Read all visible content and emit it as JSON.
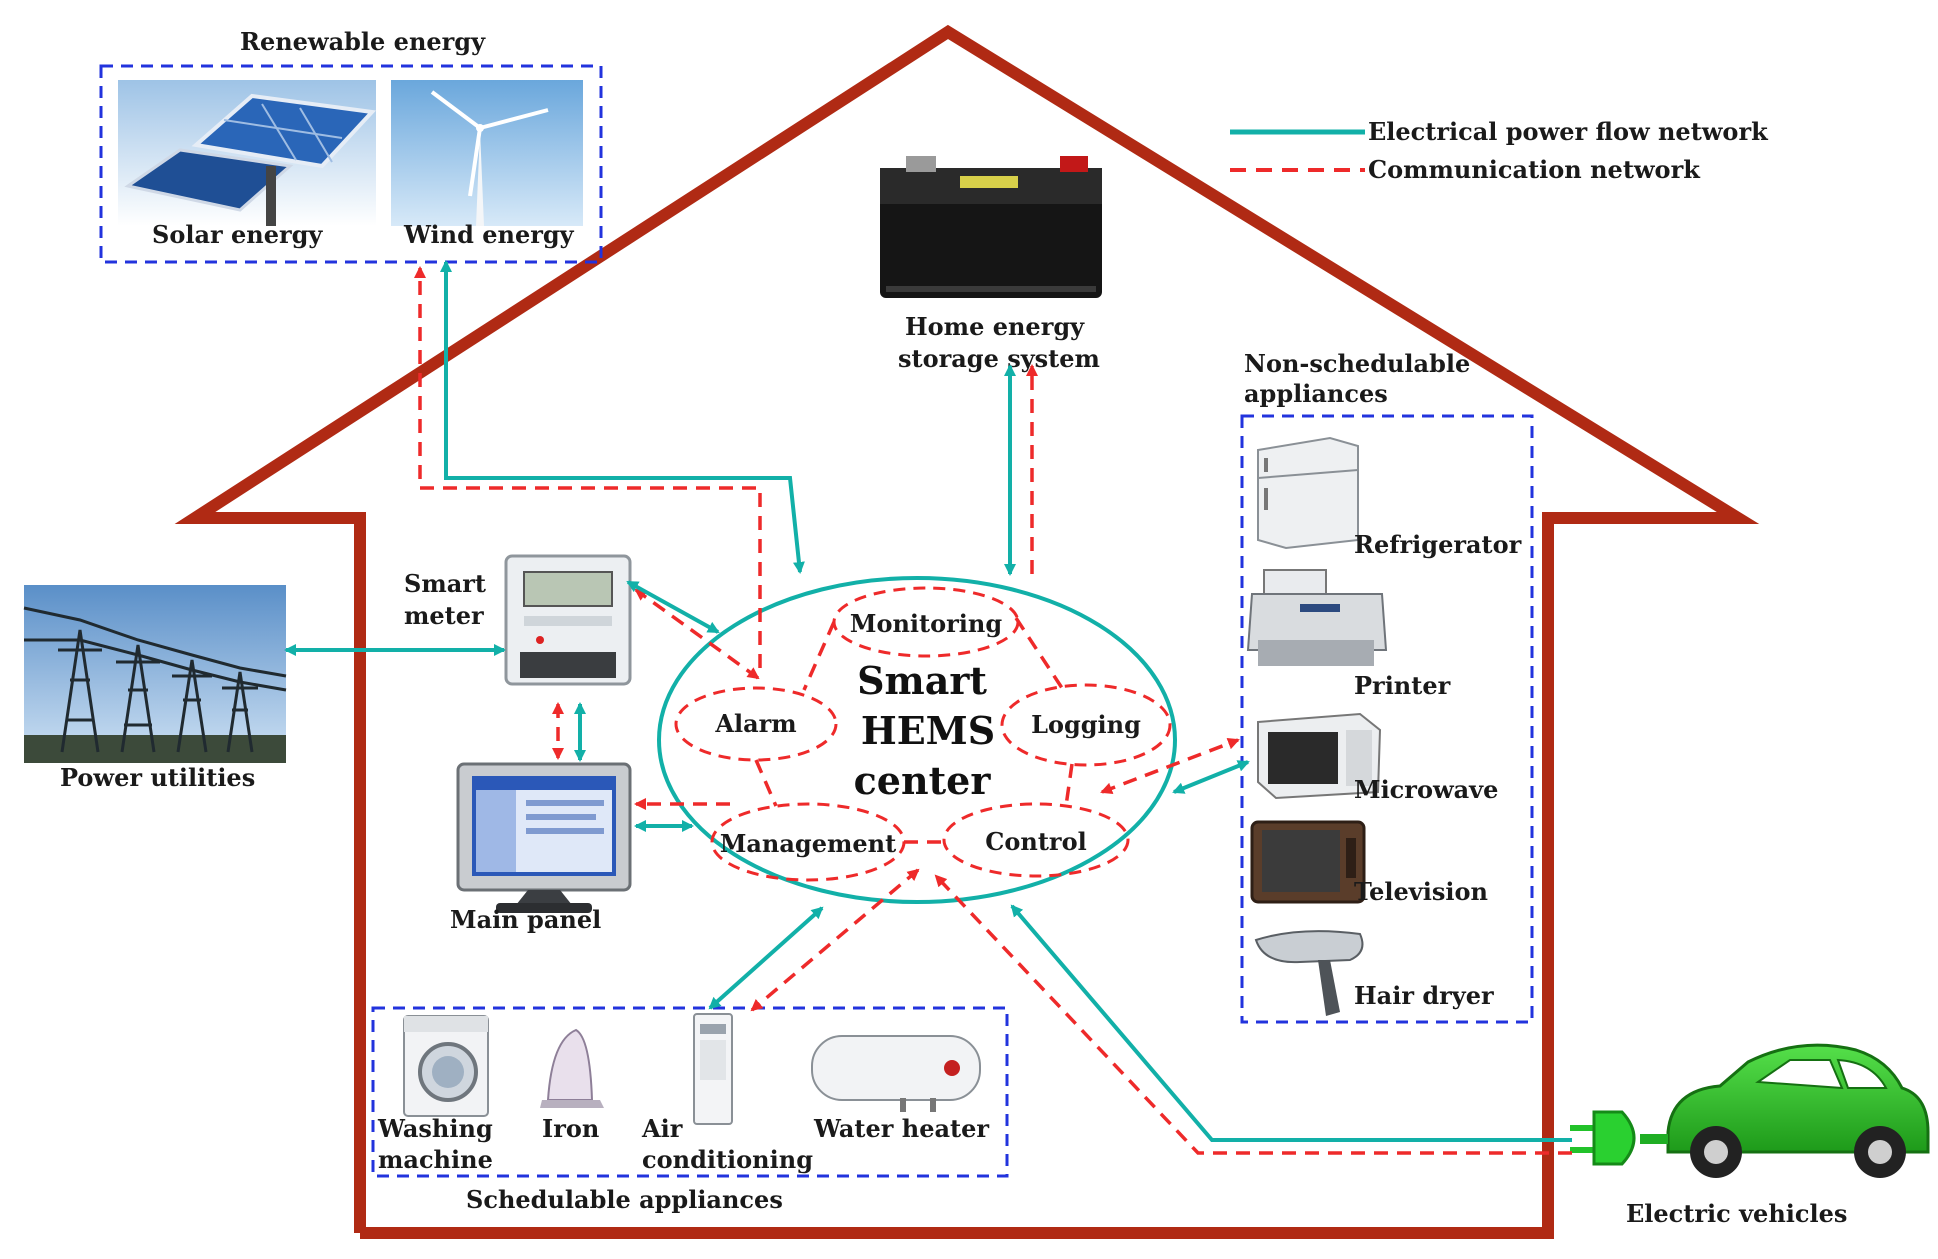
{
  "colors": {
    "house": "#b02a14",
    "power_flow": "#12b0a8",
    "communication": "#ee2a2a",
    "group_box": "#2233dd",
    "text": "#1a1a1a"
  },
  "legend": {
    "power": "Electrical power flow network",
    "communication": "Communication network"
  },
  "groups": {
    "renewable": "Renewable energy",
    "non_schedulable_line1": "Non-schedulable",
    "non_schedulable_line2": "appliances",
    "schedulable": "Schedulable appliances"
  },
  "center": {
    "line1": "Smart",
    "line2": "HEMS",
    "line3": "center",
    "modules": [
      "Monitoring",
      "Alarm",
      "Logging",
      "Management",
      "Control"
    ]
  },
  "nodes": {
    "solar": "Solar energy",
    "wind": "Wind energy",
    "storage_line1": "Home energy",
    "storage_line2": "storage system",
    "smart_meter_line1": "Smart",
    "smart_meter_line2": "meter",
    "power_utilities": "Power utilities",
    "main_panel": "Main panel",
    "refrigerator": "Refrigerator",
    "printer": "Printer",
    "microwave": "Microwave",
    "television": "Television",
    "hair_dryer": "Hair dryer",
    "washing_line1": "Washing",
    "washing_line2": "machine",
    "iron": "Iron",
    "air_line1": "Air",
    "air_line2": "conditioning",
    "water_heater": "Water heater",
    "electric_vehicles": "Electric vehicles"
  }
}
